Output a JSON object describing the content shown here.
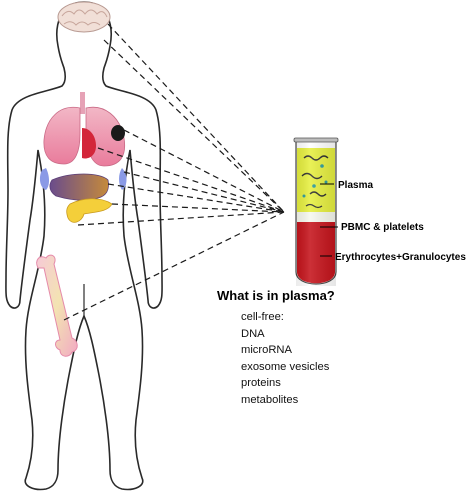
{
  "tube": {
    "labels": {
      "plasma": "Plasma",
      "pbmc": "PBMC & platelets",
      "erythrocytes": "Erythrocytes+Granulocytes"
    },
    "colors": {
      "plasma": "#e6ef3f",
      "pbmc": "#f6f8ee",
      "red_cells": "#c5131b"
    }
  },
  "plasma_info": {
    "heading": "What is in plasma?",
    "items": [
      "cell-free:",
      "DNA",
      "microRNA",
      "exosome vesicles",
      "proteins",
      "metabolites"
    ]
  },
  "organs": [
    "brain-icon",
    "lungs-icon",
    "tumor-icon",
    "liver-icon",
    "pancreas-icon",
    "kidney-icon",
    "bone-icon"
  ]
}
